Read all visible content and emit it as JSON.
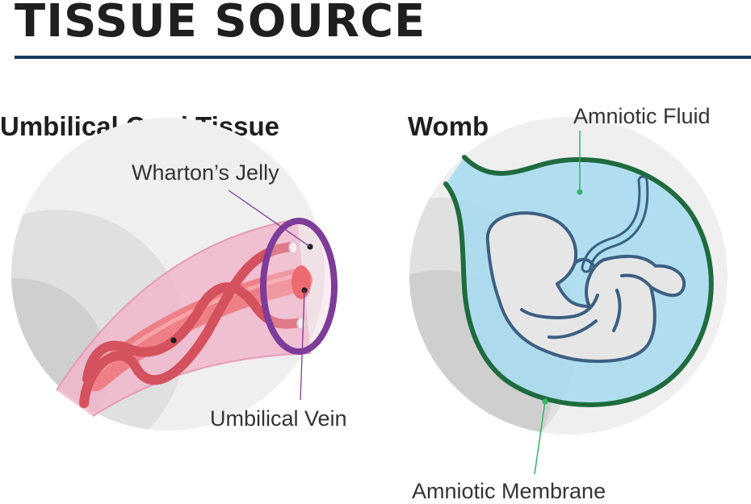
{
  "header": {
    "title": "TISSUE SOURCE"
  },
  "cord_panel": {
    "title": "Umbilical Cord Tissue",
    "labels": {
      "whartons_jelly": "Wharton’s Jelly",
      "umbilical_vein": "Umbilical Vein"
    }
  },
  "womb_panel": {
    "title": "Womb",
    "labels": {
      "amniotic_fluid": "Amniotic Fluid",
      "amniotic_membrane": "Amniotic Membrane"
    }
  },
  "colors": {
    "title_rule": "#17385f",
    "circle_light": "#efefef",
    "circle_mid": "#e0e0e0",
    "circle_dark": "#cfcfcf",
    "cord_sheath": "#f0b6cc",
    "cord_artery": "#d4515e",
    "cord_vein": "#ef7f86",
    "cord_ring": "#7d3c98",
    "membrane": "#1f6b3e",
    "fluid": "#a8dcef",
    "fetus_outline": "#3c5f82",
    "fetus_fill": "#e6e6e6",
    "fluid_leader": "#33b566"
  }
}
